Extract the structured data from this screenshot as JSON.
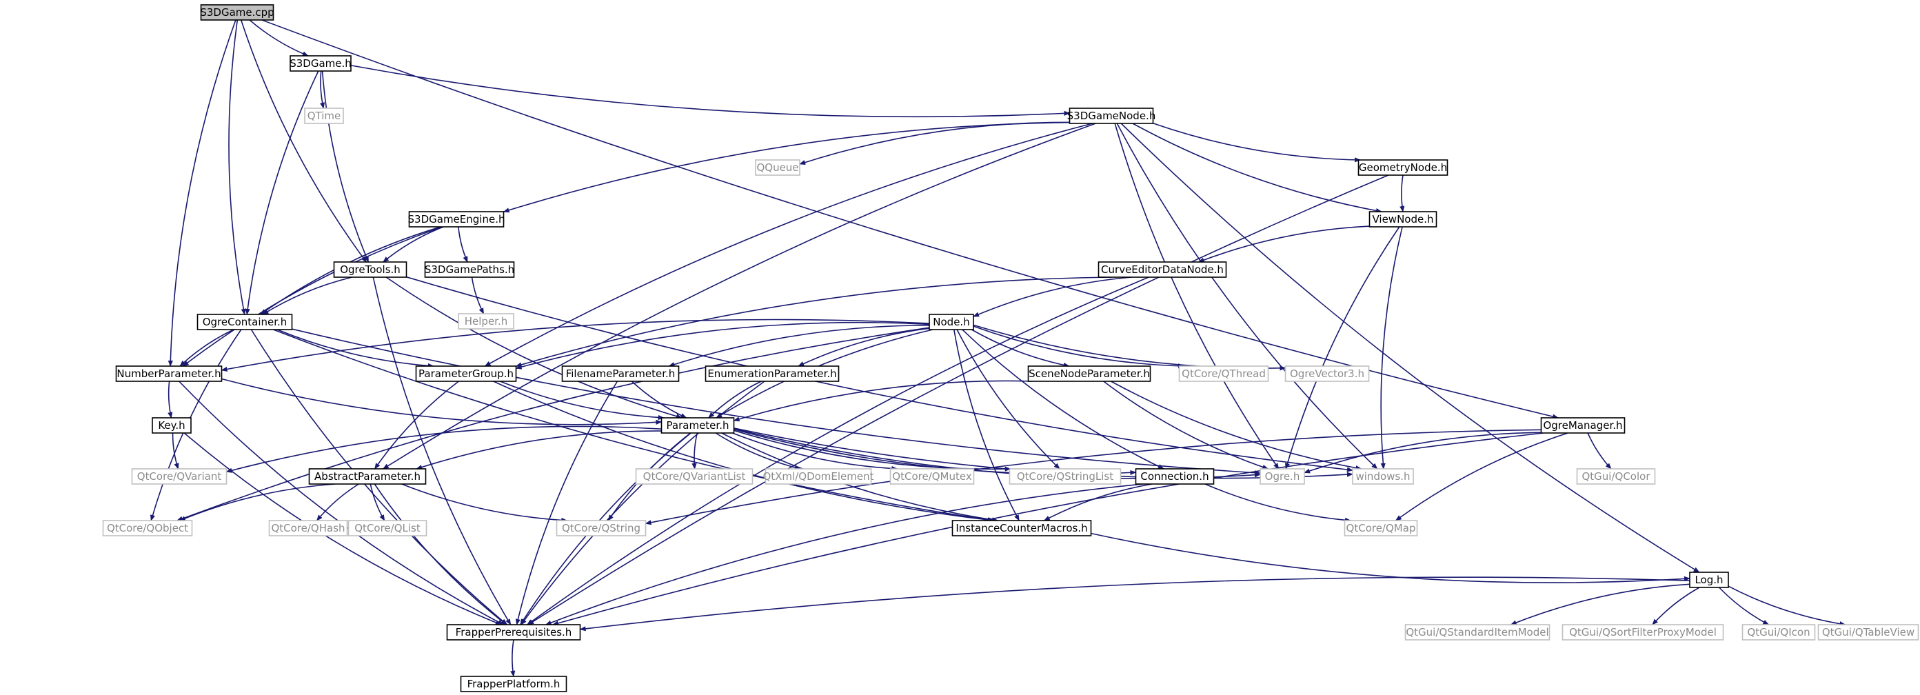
{
  "graph": {
    "nodes": [
      {
        "id": "s3dgame_cpp",
        "label": "S3DGame.cpp",
        "kind": "focus"
      },
      {
        "id": "s3dgame_h",
        "label": "S3DGame.h",
        "kind": "normal"
      },
      {
        "id": "qtime",
        "label": "QTime",
        "kind": "external"
      },
      {
        "id": "s3dgamenode_h",
        "label": "S3DGameNode.h",
        "kind": "normal"
      },
      {
        "id": "qqueue",
        "label": "QQueue",
        "kind": "external"
      },
      {
        "id": "geometrynode_h",
        "label": "GeometryNode.h",
        "kind": "normal"
      },
      {
        "id": "s3dgameengine_h",
        "label": "S3DGameEngine.h",
        "kind": "normal"
      },
      {
        "id": "viewnode_h",
        "label": "ViewNode.h",
        "kind": "normal"
      },
      {
        "id": "ogretools_h",
        "label": "OgreTools.h",
        "kind": "normal"
      },
      {
        "id": "s3dgamepaths_h",
        "label": "S3DGamePaths.h",
        "kind": "normal"
      },
      {
        "id": "curveeditordatanode_h",
        "label": "CurveEditorDataNode.h",
        "kind": "normal"
      },
      {
        "id": "helper_h",
        "label": "Helper.h",
        "kind": "external"
      },
      {
        "id": "ogrecontainer_h",
        "label": "OgreContainer.h",
        "kind": "normal"
      },
      {
        "id": "node_h",
        "label": "Node.h",
        "kind": "normal"
      },
      {
        "id": "numberparameter_h",
        "label": "NumberParameter.h",
        "kind": "normal"
      },
      {
        "id": "parametergroup_h",
        "label": "ParameterGroup.h",
        "kind": "normal"
      },
      {
        "id": "filenameparameter_h",
        "label": "FilenameParameter.h",
        "kind": "normal"
      },
      {
        "id": "enumerationparameter_h",
        "label": "EnumerationParameter.h",
        "kind": "normal"
      },
      {
        "id": "scenenodeparameter_h",
        "label": "SceneNodeParameter.h",
        "kind": "normal"
      },
      {
        "id": "qtcore_qthread",
        "label": "QtCore/QThread",
        "kind": "external"
      },
      {
        "id": "ogrevector3_h",
        "label": "OgreVector3.h",
        "kind": "external"
      },
      {
        "id": "key_h",
        "label": "Key.h",
        "kind": "normal"
      },
      {
        "id": "parameter_h",
        "label": "Parameter.h",
        "kind": "normal"
      },
      {
        "id": "ogremanager_h",
        "label": "OgreManager.h",
        "kind": "normal"
      },
      {
        "id": "qtcore_qvariant",
        "label": "QtCore/QVariant",
        "kind": "external"
      },
      {
        "id": "abstractparameter_h",
        "label": "AbstractParameter.h",
        "kind": "normal"
      },
      {
        "id": "qtcore_qvariantlist",
        "label": "QtCore/QVariantList",
        "kind": "external"
      },
      {
        "id": "qtxml_qdomelement",
        "label": "QtXml/QDomElement",
        "kind": "external"
      },
      {
        "id": "qtcore_qmutex",
        "label": "QtCore/QMutex",
        "kind": "external"
      },
      {
        "id": "qtcore_qstringlist",
        "label": "QtCore/QStringList",
        "kind": "external"
      },
      {
        "id": "connection_h",
        "label": "Connection.h",
        "kind": "normal"
      },
      {
        "id": "ogre_h",
        "label": "Ogre.h",
        "kind": "external"
      },
      {
        "id": "windows_h",
        "label": "windows.h",
        "kind": "external"
      },
      {
        "id": "qtgui_qcolor",
        "label": "QtGui/QColor",
        "kind": "external"
      },
      {
        "id": "qtcore_qobject",
        "label": "QtCore/QObject",
        "kind": "external"
      },
      {
        "id": "qtcore_qhash",
        "label": "QtCore/QHash",
        "kind": "external"
      },
      {
        "id": "qtcore_qlist",
        "label": "QtCore/QList",
        "kind": "external"
      },
      {
        "id": "qtcore_qstring",
        "label": "QtCore/QString",
        "kind": "external"
      },
      {
        "id": "instancecountermacros_h",
        "label": "InstanceCounterMacros.h",
        "kind": "normal"
      },
      {
        "id": "qtcore_qmap",
        "label": "QtCore/QMap",
        "kind": "external"
      },
      {
        "id": "log_h",
        "label": "Log.h",
        "kind": "normal"
      },
      {
        "id": "frapperprerequisites_h",
        "label": "FrapperPrerequisites.h",
        "kind": "normal"
      },
      {
        "id": "qtgui_qstandarditemmodel",
        "label": "QtGui/QStandardItemModel",
        "kind": "external"
      },
      {
        "id": "qtgui_qsortfilterproxymodel",
        "label": "QtGui/QSortFilterProxyModel",
        "kind": "external"
      },
      {
        "id": "qtgui_qicon",
        "label": "QtGui/QIcon",
        "kind": "external"
      },
      {
        "id": "qtgui_qtableview",
        "label": "QtGui/QTableView",
        "kind": "external"
      },
      {
        "id": "frapperplatform_h",
        "label": "FrapperPlatform.h",
        "kind": "normal"
      }
    ],
    "edges": [
      [
        "s3dgame_cpp",
        "s3dgame_h"
      ],
      [
        "s3dgame_cpp",
        "ogretools_h"
      ],
      [
        "s3dgame_cpp",
        "ogrecontainer_h"
      ],
      [
        "s3dgame_cpp",
        "numberparameter_h"
      ],
      [
        "s3dgame_cpp",
        "ogremanager_h"
      ],
      [
        "s3dgame_h",
        "qtime"
      ],
      [
        "s3dgame_h",
        "s3dgamenode_h"
      ],
      [
        "s3dgame_h",
        "ogretools_h"
      ],
      [
        "s3dgame_h",
        "ogrecontainer_h"
      ],
      [
        "s3dgamenode_h",
        "qqueue"
      ],
      [
        "s3dgamenode_h",
        "s3dgameengine_h"
      ],
      [
        "s3dgamenode_h",
        "geometrynode_h"
      ],
      [
        "s3dgamenode_h",
        "viewnode_h"
      ],
      [
        "s3dgamenode_h",
        "log_h"
      ],
      [
        "s3dgamenode_h",
        "ogre_h"
      ],
      [
        "s3dgamenode_h",
        "windows_h"
      ],
      [
        "s3dgamenode_h",
        "parametergroup_h"
      ],
      [
        "s3dgamenode_h",
        "abstractparameter_h"
      ],
      [
        "s3dgameengine_h",
        "ogretools_h"
      ],
      [
        "s3dgameengine_h",
        "s3dgamepaths_h"
      ],
      [
        "s3dgameengine_h",
        "ogrecontainer_h"
      ],
      [
        "s3dgameengine_h",
        "numberparameter_h"
      ],
      [
        "s3dgamepaths_h",
        "helper_h"
      ],
      [
        "geometrynode_h",
        "viewnode_h"
      ],
      [
        "geometrynode_h",
        "frapperprerequisites_h"
      ],
      [
        "viewnode_h",
        "curveeditordatanode_h"
      ],
      [
        "viewnode_h",
        "ogre_h"
      ],
      [
        "viewnode_h",
        "windows_h"
      ],
      [
        "curveeditordatanode_h",
        "node_h"
      ],
      [
        "curveeditordatanode_h",
        "parametergroup_h"
      ],
      [
        "curveeditordatanode_h",
        "frapperprerequisites_h"
      ],
      [
        "ogretools_h",
        "ogrecontainer_h"
      ],
      [
        "ogretools_h",
        "parameter_h"
      ],
      [
        "ogretools_h",
        "windows_h"
      ],
      [
        "ogretools_h",
        "frapperprerequisites_h"
      ],
      [
        "ogrecontainer_h",
        "numberparameter_h"
      ],
      [
        "ogrecontainer_h",
        "parametergroup_h"
      ],
      [
        "ogrecontainer_h",
        "ogre_h"
      ],
      [
        "ogrecontainer_h",
        "qtcore_qobject"
      ],
      [
        "ogrecontainer_h",
        "instancecountermacros_h"
      ],
      [
        "ogrecontainer_h",
        "frapperprerequisites_h"
      ],
      [
        "node_h",
        "numberparameter_h"
      ],
      [
        "node_h",
        "parametergroup_h"
      ],
      [
        "node_h",
        "filenameparameter_h"
      ],
      [
        "node_h",
        "enumerationparameter_h"
      ],
      [
        "node_h",
        "scenenodeparameter_h"
      ],
      [
        "node_h",
        "qtcore_qthread"
      ],
      [
        "node_h",
        "ogrevector3_h"
      ],
      [
        "node_h",
        "parameter_h"
      ],
      [
        "node_h",
        "qtcore_qstringlist"
      ],
      [
        "node_h",
        "connection_h"
      ],
      [
        "node_h",
        "instancecountermacros_h"
      ],
      [
        "node_h",
        "qtcore_qobject"
      ],
      [
        "numberparameter_h",
        "key_h"
      ],
      [
        "numberparameter_h",
        "parameter_h"
      ],
      [
        "numberparameter_h",
        "frapperprerequisites_h"
      ],
      [
        "key_h",
        "qtcore_qvariant"
      ],
      [
        "key_h",
        "frapperprerequisites_h"
      ],
      [
        "parametergroup_h",
        "parameter_h"
      ],
      [
        "parametergroup_h",
        "abstractparameter_h"
      ],
      [
        "parametergroup_h",
        "instancecountermacros_h"
      ],
      [
        "filenameparameter_h",
        "parameter_h"
      ],
      [
        "filenameparameter_h",
        "frapperprerequisites_h"
      ],
      [
        "enumerationparameter_h",
        "parameter_h"
      ],
      [
        "enumerationparameter_h",
        "frapperprerequisites_h"
      ],
      [
        "scenenodeparameter_h",
        "parameter_h"
      ],
      [
        "scenenodeparameter_h",
        "ogre_h"
      ],
      [
        "scenenodeparameter_h",
        "windows_h"
      ],
      [
        "parameter_h",
        "qtcore_qvariant"
      ],
      [
        "parameter_h",
        "abstractparameter_h"
      ],
      [
        "parameter_h",
        "qtcore_qvariantlist"
      ],
      [
        "parameter_h",
        "qtxml_qdomelement"
      ],
      [
        "parameter_h",
        "qtcore_qmutex"
      ],
      [
        "parameter_h",
        "qtcore_qstringlist"
      ],
      [
        "parameter_h",
        "connection_h"
      ],
      [
        "parameter_h",
        "ogre_h"
      ],
      [
        "parameter_h",
        "windows_h"
      ],
      [
        "parameter_h",
        "qtcore_qstring"
      ],
      [
        "parameter_h",
        "instancecountermacros_h"
      ],
      [
        "parameter_h",
        "frapperprerequisites_h"
      ],
      [
        "abstractparameter_h",
        "qtcore_qobject"
      ],
      [
        "abstractparameter_h",
        "qtcore_qhash"
      ],
      [
        "abstractparameter_h",
        "qtcore_qlist"
      ],
      [
        "abstractparameter_h",
        "qtcore_qstring"
      ],
      [
        "abstractparameter_h",
        "frapperprerequisites_h"
      ],
      [
        "connection_h",
        "instancecountermacros_h"
      ],
      [
        "connection_h",
        "qtcore_qmap"
      ],
      [
        "connection_h",
        "frapperprerequisites_h"
      ],
      [
        "ogremanager_h",
        "ogre_h"
      ],
      [
        "ogremanager_h",
        "qtgui_qcolor"
      ],
      [
        "ogremanager_h",
        "qtcore_qmap"
      ],
      [
        "ogremanager_h",
        "qtcore_qstring"
      ],
      [
        "ogremanager_h",
        "frapperprerequisites_h"
      ],
      [
        "instancecountermacros_h",
        "log_h"
      ],
      [
        "log_h",
        "frapperprerequisites_h"
      ],
      [
        "log_h",
        "qtgui_qstandarditemmodel"
      ],
      [
        "log_h",
        "qtgui_qsortfilterproxymodel"
      ],
      [
        "log_h",
        "qtgui_qicon"
      ],
      [
        "log_h",
        "qtgui_qtableview"
      ],
      [
        "frapperprerequisites_h",
        "frapperplatform_h"
      ]
    ]
  }
}
